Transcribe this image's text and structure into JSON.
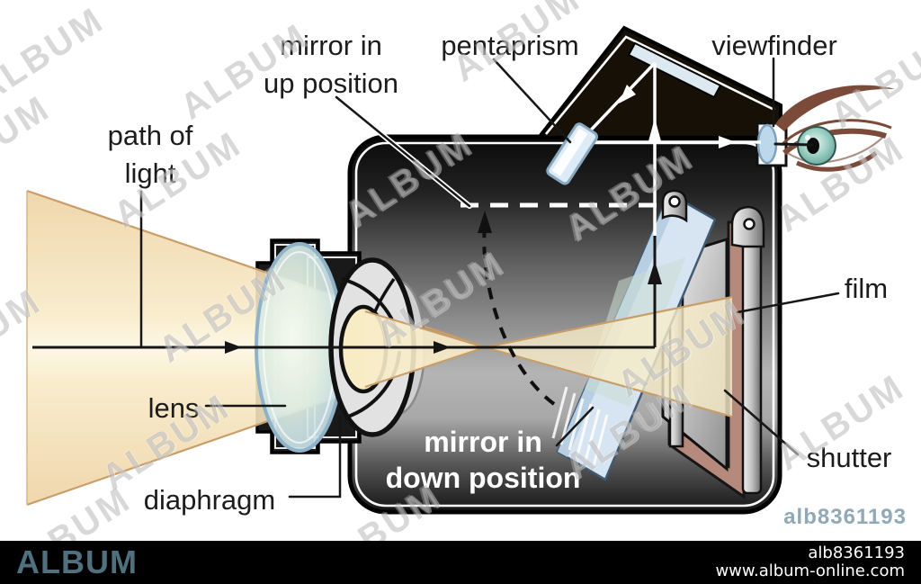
{
  "diagram": {
    "subject": "single-lens reflex camera cross-section",
    "labels": {
      "mirror_up": [
        "mirror in",
        "up position"
      ],
      "pentaprism": "pentaprism",
      "viewfinder": "viewfinder",
      "path_of_light": [
        "path of",
        "light"
      ],
      "lens": "lens",
      "diaphragm": "diaphragm",
      "mirror_down": [
        "mirror in",
        "down position"
      ],
      "film": "film",
      "shutter": "shutter"
    },
    "colors": {
      "light_beam": "#f3dcb0",
      "beam_edge": "#c89d68",
      "camera_black": "#171007",
      "mirror_glass": "#d7e4f1",
      "film_strip": "#b5897b",
      "iris_teal": "#8ec7bd",
      "eyebrow_brown": "#7b4a39"
    }
  },
  "watermark": {
    "text": "ALBUM",
    "positions": [
      [
        45,
        62
      ],
      [
        272,
        80
      ],
      [
        575,
        38
      ],
      [
        995,
        90
      ],
      [
        -15,
        160
      ],
      [
        198,
        200
      ],
      [
        455,
        200
      ],
      [
        700,
        215
      ],
      [
        935,
        205
      ],
      [
        248,
        350
      ],
      [
        490,
        333
      ],
      [
        -25,
        375
      ],
      [
        185,
        492
      ],
      [
        700,
        480
      ],
      [
        758,
        388
      ],
      [
        935,
        470
      ],
      [
        420,
        592
      ],
      [
        75,
        595
      ]
    ]
  },
  "overlay_code": "alb8361193",
  "footer": {
    "brand": "ALBUM",
    "code": "alb8361193",
    "website": "www.album-online.com"
  }
}
